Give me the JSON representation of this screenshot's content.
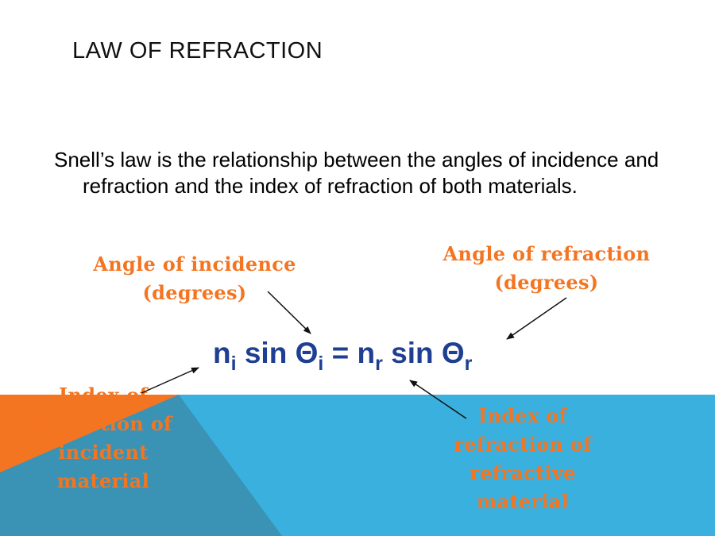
{
  "slide": {
    "title": "LAW OF REFRACTION",
    "bullet": "Snell’s law is the relationship between the angles of incidence and refraction and the index of refraction of both materials."
  },
  "equation": {
    "n": "n",
    "sub_i": "i",
    "sin": "sin",
    "theta": "Θ",
    "equals": "=",
    "sub_r": "r"
  },
  "labels": {
    "angle_incidence": [
      "Angle of incidence",
      "(degrees)"
    ],
    "angle_refraction": [
      "Angle of refraction",
      "(degrees)"
    ],
    "index_refractive": [
      "Index of",
      "refraction of",
      "refractive",
      "material"
    ],
    "index_incident": [
      "Index of",
      "refraction of",
      "incident",
      "material"
    ]
  },
  "colors": {
    "label_orange": "#f47521",
    "equation_blue": "#1f3f93",
    "band_blue": "#3ab0df",
    "band_teal": "#3a93b5",
    "band_orange": "#f47521"
  }
}
